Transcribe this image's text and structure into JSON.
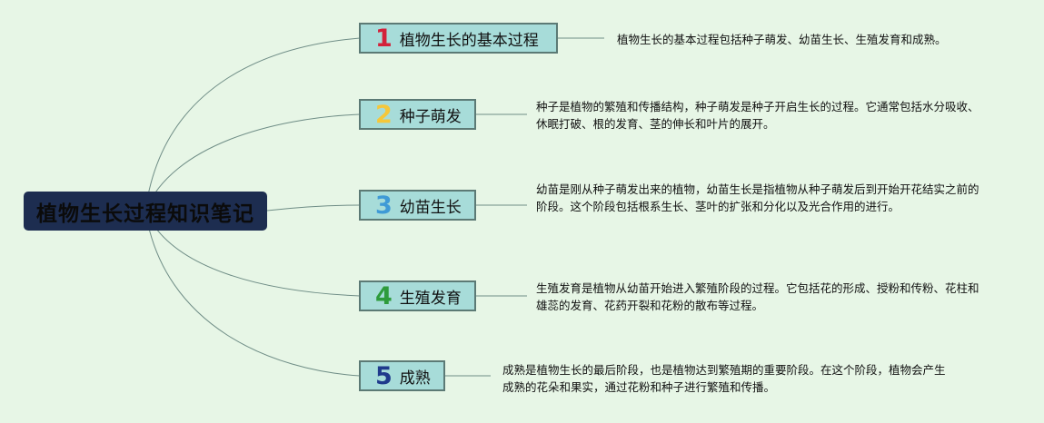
{
  "root": {
    "title": "植物生长过程知识笔记"
  },
  "colors": {
    "background": "#e7f6e6",
    "root_fill": "#1d2d50",
    "branch_fill": "#a7dcd9",
    "branch_border": "#5c7a75",
    "connector": "#6f8d86"
  },
  "branches": [
    {
      "number": "1",
      "number_color": "#d3213a",
      "label": "植物生长的基本过程",
      "note": "植物生长的基本过程包括种子萌发、幼苗生长、生殖发育和成熟。"
    },
    {
      "number": "2",
      "number_color": "#f5c73a",
      "label": "种子萌发",
      "note": "种子是植物的繁殖和传播结构，种子萌发是种子开启生长的过程。它通常包括水分吸收、休眠打破、根的发育、茎的伸长和叶片的展开。"
    },
    {
      "number": "3",
      "number_color": "#3f9ad6",
      "label": "幼苗生长",
      "note": "幼苗是刚从种子萌发出来的植物，幼苗生长是指植物从种子萌发后到开始开花结实之前的阶段。这个阶段包括根系生长、茎叶的扩张和分化以及光合作用的进行。"
    },
    {
      "number": "4",
      "number_color": "#2e9b3c",
      "label": "生殖发育",
      "note": "生殖发育是植物从幼苗开始进入繁殖阶段的过程。它包括花的形成、授粉和传粉、花柱和雄蕊的发育、花药开裂和花粉的散布等过程。"
    },
    {
      "number": "5",
      "number_color": "#1f3a8c",
      "label": "成熟",
      "note": "成熟是植物生长的最后阶段，也是植物达到繁殖期的重要阶段。在这个阶段，植物会产生成熟的花朵和果实，通过花粉和种子进行繁殖和传播。"
    }
  ]
}
